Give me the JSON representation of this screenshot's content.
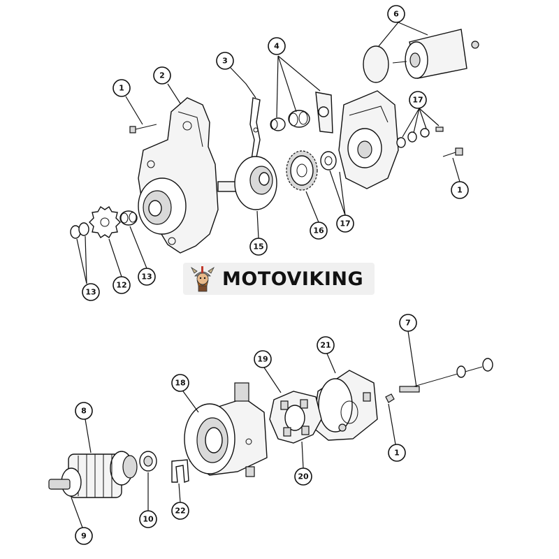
{
  "brand": {
    "name": "MOTOVIKING",
    "accent": "#c0392b"
  },
  "callouts": [
    {
      "id": "c1a",
      "label": "1"
    },
    {
      "id": "c2",
      "label": "2"
    },
    {
      "id": "c3",
      "label": "3"
    },
    {
      "id": "c4",
      "label": "4"
    },
    {
      "id": "c6",
      "label": "6"
    },
    {
      "id": "c17a",
      "label": "17"
    },
    {
      "id": "c1b",
      "label": "1"
    },
    {
      "id": "c13a",
      "label": "13"
    },
    {
      "id": "c12",
      "label": "12"
    },
    {
      "id": "c13b",
      "label": "13"
    },
    {
      "id": "c15",
      "label": "15"
    },
    {
      "id": "c16",
      "label": "16"
    },
    {
      "id": "c17b",
      "label": "17"
    },
    {
      "id": "c7",
      "label": "7"
    },
    {
      "id": "c21",
      "label": "21"
    },
    {
      "id": "c19",
      "label": "19"
    },
    {
      "id": "c18",
      "label": "18"
    },
    {
      "id": "c8",
      "label": "8"
    },
    {
      "id": "c1c",
      "label": "1"
    },
    {
      "id": "c20",
      "label": "20"
    },
    {
      "id": "c10",
      "label": "10"
    },
    {
      "id": "c22",
      "label": "22"
    },
    {
      "id": "c9",
      "label": "9"
    }
  ]
}
